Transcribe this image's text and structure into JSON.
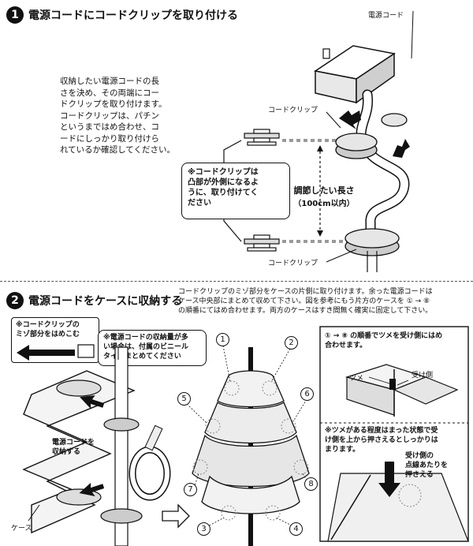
{
  "step1": {
    "number": "1",
    "title": "電源コードにコードクリップを取り付ける",
    "instructions": [
      "収納したい電源コードの長",
      "さを決め、その両端にコー",
      "ドクリップを取り付けます。",
      "コードクリップは、パチン",
      "というまではめ合わせ、コ",
      "ードにしっかり取り付けら",
      "れているか確認してください。"
    ],
    "note": [
      "※コードクリップは",
      "凸部が外側になるよ",
      "うに、取り付けてく",
      "ださい"
    ],
    "label_power_cord": "電源コード",
    "label_clip_top": "コードクリップ",
    "label_clip_bottom": "コードクリップ",
    "length_label": "調節したい長さ",
    "length_value": "（100cm以内）"
  },
  "step2": {
    "number": "2",
    "title": "電源コードをケースに収納する",
    "instructions": [
      "コードクリップのミゾ部分をケースの片側に取り付けます。余った電源コードは",
      "ケース中央部にまとめて収めて下さい。図を参考にもう片方のケースを ① → ⑧",
      "の順番にてはめ合わせます。両方のケースはすき間無く確実に固定して下さい。"
    ],
    "note_groove": [
      "※コードクリップの",
      "ミゾ部分をはめこむ"
    ],
    "note_vinyl": [
      "※電源コードの収納量が多",
      "い場合は、付属のビニール",
      "タイでまとめてください"
    ],
    "label_store": [
      "電源コードを",
      "収納する"
    ],
    "label_case": "ケース",
    "order_numbers": [
      "1",
      "2",
      "3",
      "4",
      "5",
      "6",
      "7",
      "8"
    ],
    "right_top": [
      "① → ⑧ の順番でツメを受け側にはめ",
      "合わせます。"
    ],
    "label_tab": "ツメ",
    "label_receiver": "受け側",
    "right_bottom": [
      "※ツメがある程度はまった状態で受",
      "け側を上から押さえるとしっかりは",
      "まります。"
    ],
    "press_label": [
      "受け側の",
      "点線あたりを",
      "押さえる"
    ]
  }
}
